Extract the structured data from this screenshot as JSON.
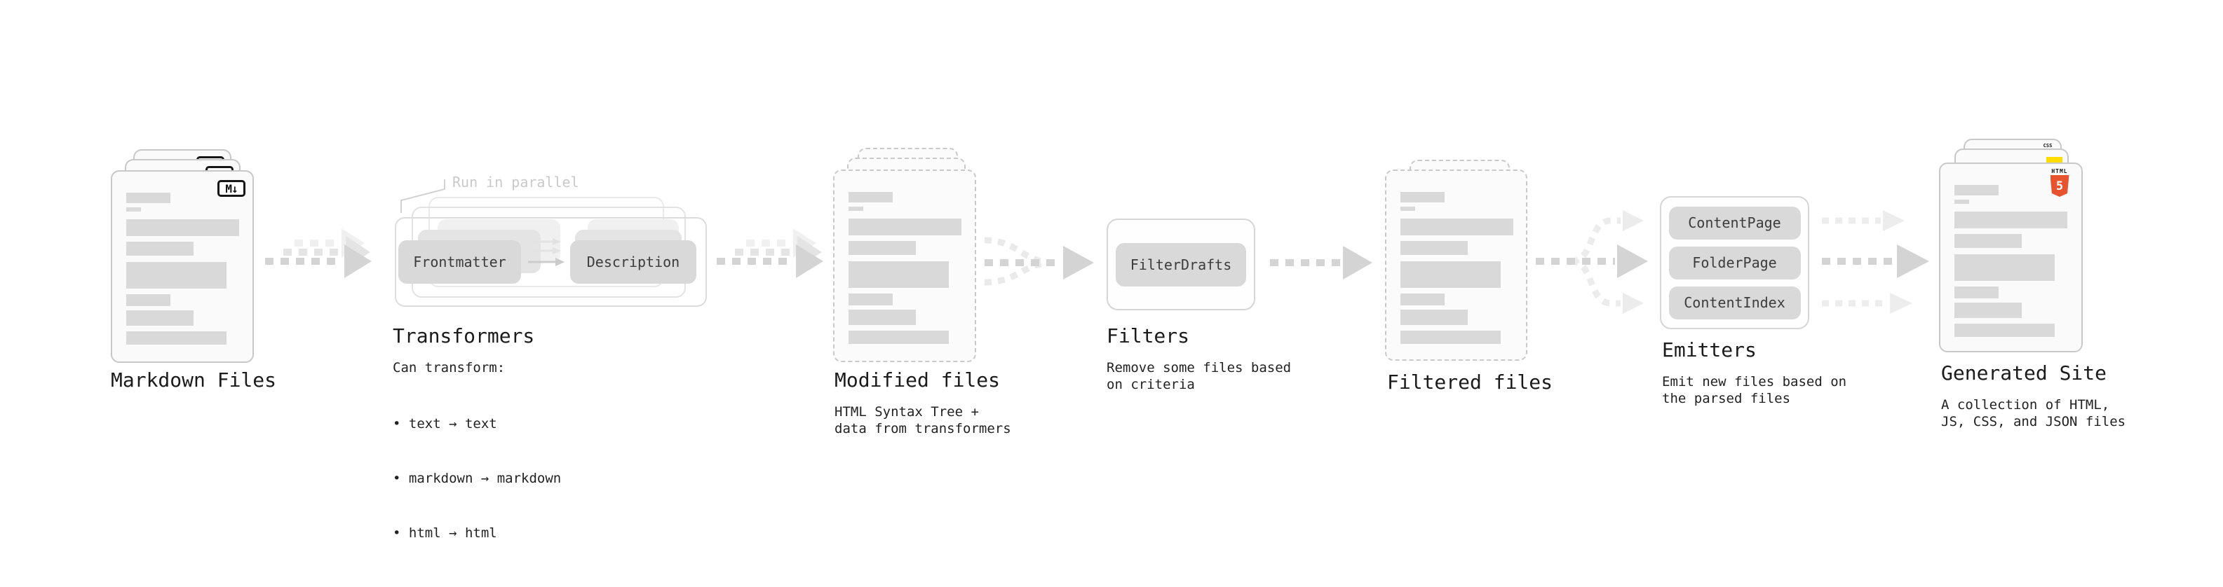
{
  "sections": {
    "markdown_files": {
      "title": "Markdown Files",
      "badge": "M↓"
    },
    "transformers": {
      "title": "Transformers",
      "annotation": "Run in parallel",
      "buttons": [
        "Frontmatter",
        "Description"
      ],
      "subtitle": "Can transform:",
      "bullets": [
        "• text → text",
        "• markdown → markdown",
        "• html → html"
      ]
    },
    "modified_files": {
      "title": "Modified files",
      "subtitle_lines": [
        "HTML Syntax Tree +",
        "data from transformers"
      ]
    },
    "filters": {
      "title": "Filters",
      "buttons": [
        "FilterDrafts"
      ],
      "subtitle_lines": [
        "Remove some files based",
        "on criteria"
      ]
    },
    "filtered_files": {
      "title": "Filtered files"
    },
    "emitters": {
      "title": "Emitters",
      "buttons": [
        "ContentPage",
        "FolderPage",
        "ContentIndex"
      ],
      "subtitle_lines": [
        "Emit new files based on",
        "the parsed files"
      ]
    },
    "generated_site": {
      "title": "Generated Site",
      "subtitle_lines": [
        "A collection of HTML,",
        "JS, CSS, and JSON files"
      ],
      "badges": {
        "html_label": "HTML",
        "html_number": "5",
        "css_label": "CSS"
      }
    }
  },
  "colors": {
    "html5_orange": "#e8532f",
    "js_yellow": "#ffdd00",
    "css_blue": "#2d6ff0",
    "arrow_gray": "#d4d4d4",
    "ghost_gray": "#e4e4e4",
    "bar_gray": "#d9d9d9"
  }
}
